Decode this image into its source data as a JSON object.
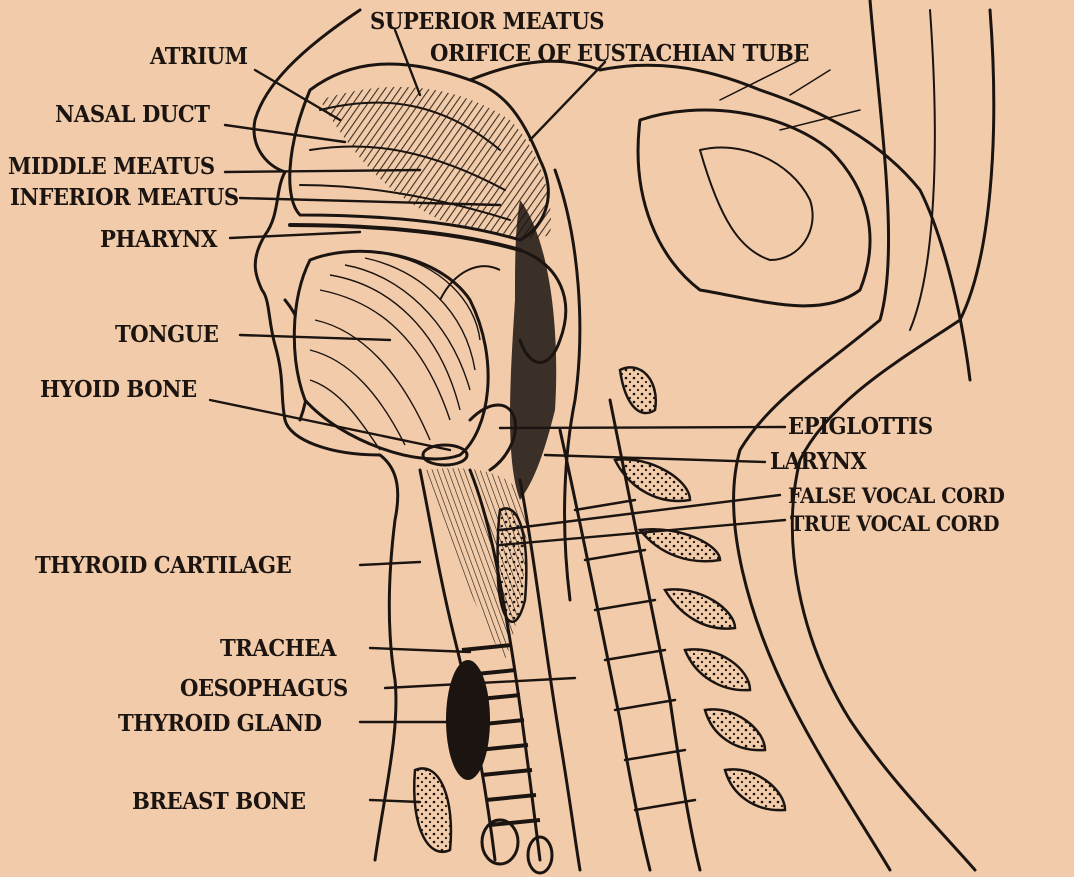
{
  "labels": {
    "superior_meatus": "SUPERIOR MEATUS",
    "atrium": "ATRIUM",
    "orifice_eustachian": "ORIFICE OF EUSTACHIAN TUBE",
    "nasal_duct": "NASAL DUCT",
    "middle_meatus": "MIDDLE MEATUS",
    "inferior_meatus": "INFERIOR MEATUS",
    "pharynx": "PHARYNX",
    "tongue": "TONGUE",
    "hyoid_bone": "HYOID BONE",
    "epiglottis": "EPIGLOTTIS",
    "larynx": "LARYNX",
    "false_vocal_cord": "FALSE VOCAL CORD",
    "true_vocal_cord": "TRUE VOCAL CORD",
    "thyroid_cartilage": "THYROID CARTILAGE",
    "trachea": "TRACHEA",
    "oesophagus": "OESOPHAGUS",
    "thyroid_gland": "THYROID GLAND",
    "breast_bone": "BREAST BONE"
  },
  "colors": {
    "background": "#f2ccaa",
    "ink": "#1b1410"
  }
}
